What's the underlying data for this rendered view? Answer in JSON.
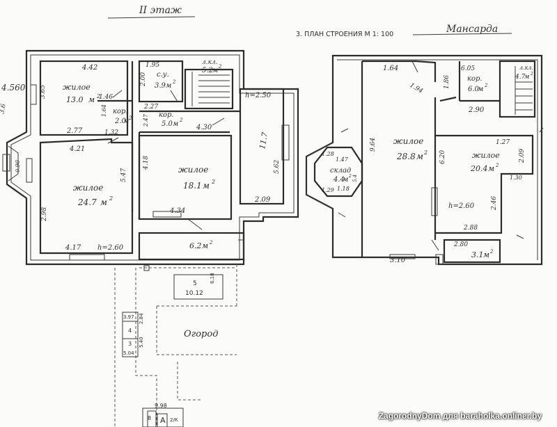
{
  "headings": {
    "floor2": "II этаж",
    "plan": "3. ПЛАН СТРОЕНИЯ М 1: 100",
    "attic": "Мансарда"
  },
  "floor2": {
    "outer_width": "4.560",
    "left_edge": "3.6",
    "rooms": {
      "top_left": {
        "name": "жилое",
        "area": "13.0",
        "w": "4.42",
        "h": "3.65",
        "b": "2.77"
      },
      "bath": {
        "name": "с.у.",
        "area": "3.9",
        "w": "1.95",
        "h": "2.00"
      },
      "stair": {
        "name": "л.кл.",
        "area": "5.2"
      },
      "corr1": {
        "name": "кор.",
        "area": "2.0",
        "w": "1.46",
        "h": "1.64",
        "b": "1.32"
      },
      "corr2": {
        "name": "кор.",
        "area": "5.0",
        "w": "2.27",
        "h": "2.47",
        "b": "4.30"
      },
      "right": {
        "area": "11.7",
        "h": "h=2.50",
        "side": "5.62",
        "b": "2.09"
      },
      "big_left": {
        "name": "жилое",
        "area": "24.7",
        "top": "4.21",
        "bay": "0.90",
        "side": "2.98",
        "side2": "5.47",
        "bottom": "4.17",
        "h": "h=2.60"
      },
      "center": {
        "name": "жилое",
        "area": "18.1",
        "side": "4.18",
        "bottom": "4.34"
      },
      "veranda": {
        "area": "6.2"
      }
    }
  },
  "attic": {
    "rooms": {
      "main": {
        "name": "жилое",
        "area": "28.8",
        "top": "1.64",
        "cut": "1.94",
        "side": "9.64",
        "bottom": "3.10"
      },
      "corr": {
        "name": "кор.",
        "area": "6.0",
        "w": "6.05",
        "n": "1.86",
        "b": "2.90"
      },
      "stair": {
        "name": "л.кл.",
        "area": "4.7"
      },
      "store": {
        "name": "склад",
        "area": "4.4",
        "a": "1.28",
        "b": "1.47",
        "c": "1.29",
        "d": "1.18",
        "e": "5.4"
      },
      "room2": {
        "name": "жилое",
        "area": "20.4",
        "side": "6.20",
        "b": "1.27",
        "c": "2.09",
        "d": "1.30",
        "e": "2.46",
        "f": "2.88",
        "h": "h=2.60"
      },
      "small": {
        "area": "3.1",
        "w": "2.80"
      }
    }
  },
  "site": {
    "b5_id": "5",
    "b5_w": "10.12",
    "b5_h": "6.18",
    "garden": "Огород",
    "b4_w": "3.97",
    "b4_h": "2.84",
    "b4_id": "4",
    "b3_id": "3",
    "b3_w": "5.04",
    "b3_h": "5.40",
    "a_w": "9.98",
    "a_label": "А",
    "a_frac": "2/К",
    "a_side": "8"
  },
  "watermark": "ZagorodnyDom для baraholka.onliner.by"
}
